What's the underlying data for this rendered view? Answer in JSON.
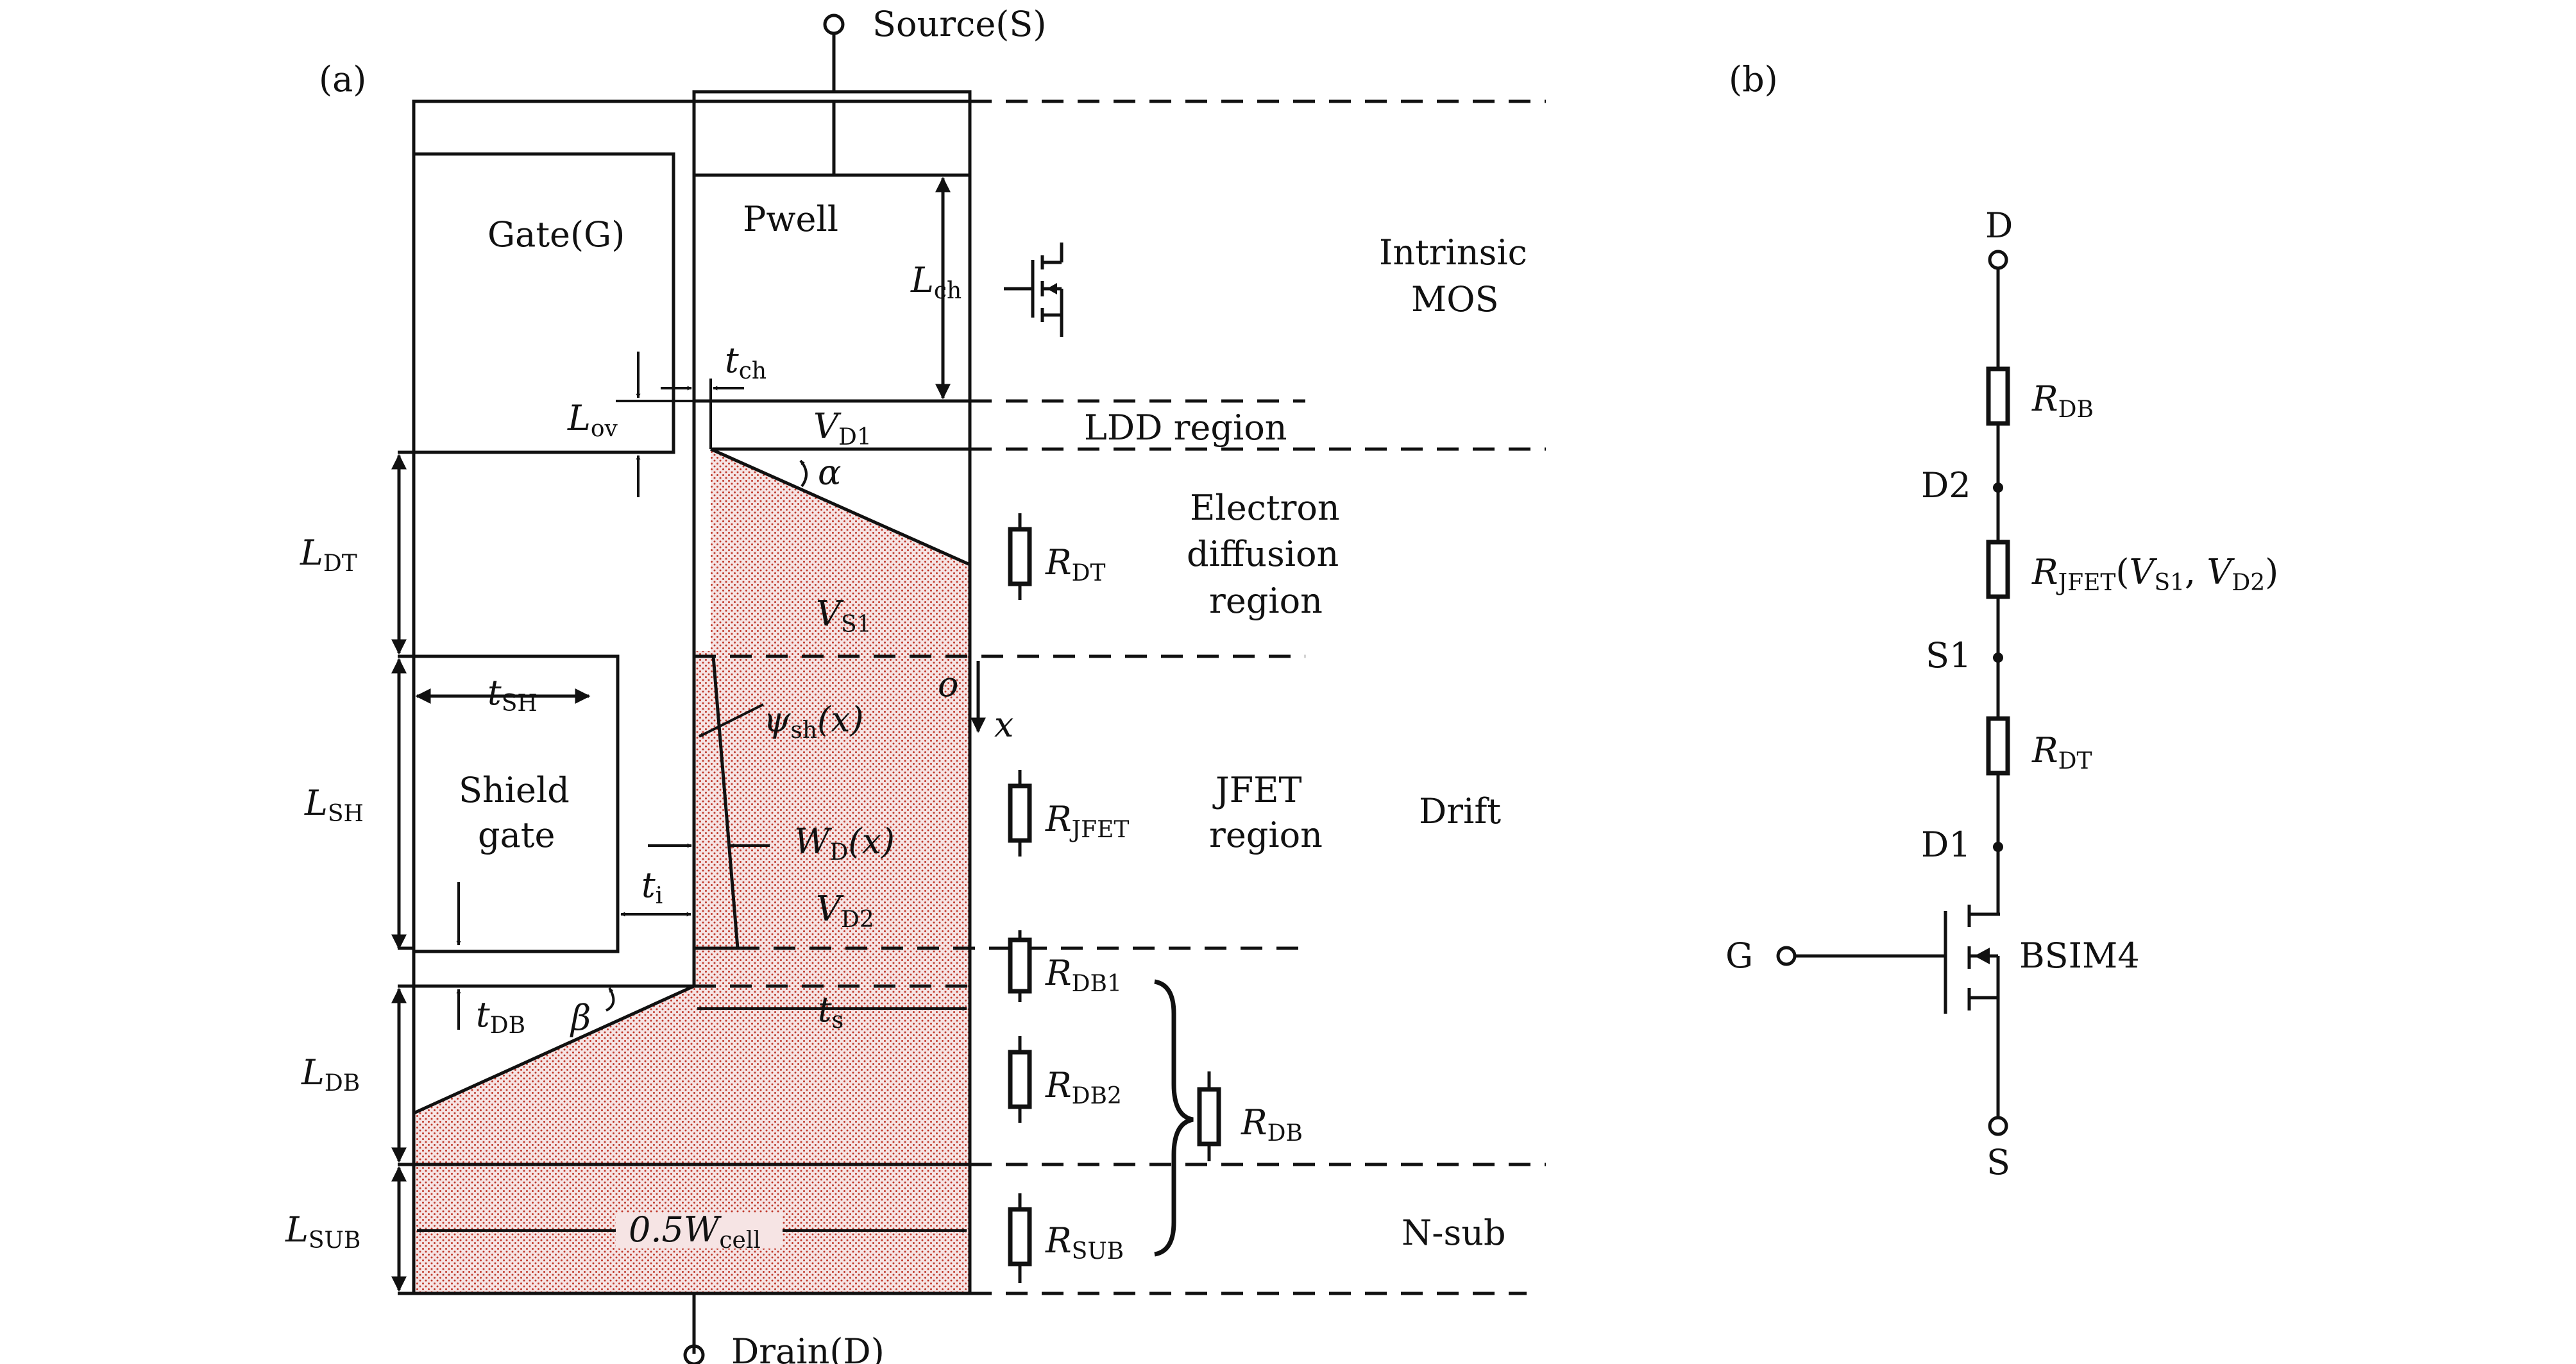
{
  "panel_a": {
    "panel_label": "(a)",
    "source": "Source(S)",
    "drain": "Drain(D)",
    "gate": "Gate(G)",
    "pwell": "Pwell",
    "shield_1": "Shield",
    "shield_2": "gate",
    "lch": "L",
    "lch_sub": "ch",
    "tch": "t",
    "tch_sub": "ch",
    "lov": "L",
    "lov_sub": "ov",
    "vd1": "V",
    "vd1_sub": "D1",
    "alpha": "α",
    "ldt": "L",
    "ldt_sub": "DT",
    "vs1": "V",
    "vs1_sub": "S1",
    "o_label": "o",
    "x_label": "x",
    "tsh": "t",
    "tsh_sub": "SH",
    "lsh": "L",
    "lsh_sub": "SH",
    "psi": "ψ",
    "psi_sub": "sh",
    "psi_arg": "(x)",
    "wd": "W",
    "wd_sub": "D",
    "wd_arg": "(x)",
    "ti": "t",
    "ti_sub": "i",
    "vd2": "V",
    "vd2_sub": "D2",
    "tdb": "t",
    "tdb_sub": "DB",
    "beta": "β",
    "ts": "t",
    "ts_sub": "s",
    "ldb": "L",
    "ldb_sub": "DB",
    "lsub": "L",
    "lsub_sub": "SUB",
    "wcell": "0.5W",
    "wcell_sub": "cell",
    "r_dt": "R",
    "r_dt_sub": "DT",
    "r_jfet": "R",
    "r_jfet_sub": "JFET",
    "r_db1": "R",
    "r_db1_sub": "DB1",
    "r_db2": "R",
    "r_db2_sub": "DB2",
    "r_db": "R",
    "r_db_sub": "DB",
    "r_sub": "R",
    "r_sub_sub": "SUB",
    "regions": {
      "intrinsic_1": "Intrinsic",
      "intrinsic_2": "MOS",
      "ldd": "LDD region",
      "ed_1": "Electron",
      "ed_2": "diffusion",
      "ed_3": "region",
      "jfet_1": "JFET",
      "jfet_2": "region",
      "drift": "Drift",
      "nsub": "N-sub"
    }
  },
  "panel_b": {
    "panel_label": "(b)",
    "d": "D",
    "d2": "D2",
    "s1": "S1",
    "d1": "D1",
    "g": "G",
    "s": "S",
    "bsim": "BSIM4",
    "r_db": "R",
    "r_db_sub": "DB",
    "r_jfet": "R",
    "r_jfet_sub": "JFET",
    "r_jfet_args_open": "(",
    "r_jfet_v1": "V",
    "r_jfet_v1_sub": "S1",
    "r_jfet_comma": ", ",
    "r_jfet_v2": "V",
    "r_jfet_v2_sub": "D2",
    "r_jfet_args_close": ")",
    "r_dt": "R",
    "r_dt_sub": "DT"
  },
  "colors": {
    "ink": "#111111",
    "dot": "#c0392b",
    "fill": "#f6e4e4"
  }
}
